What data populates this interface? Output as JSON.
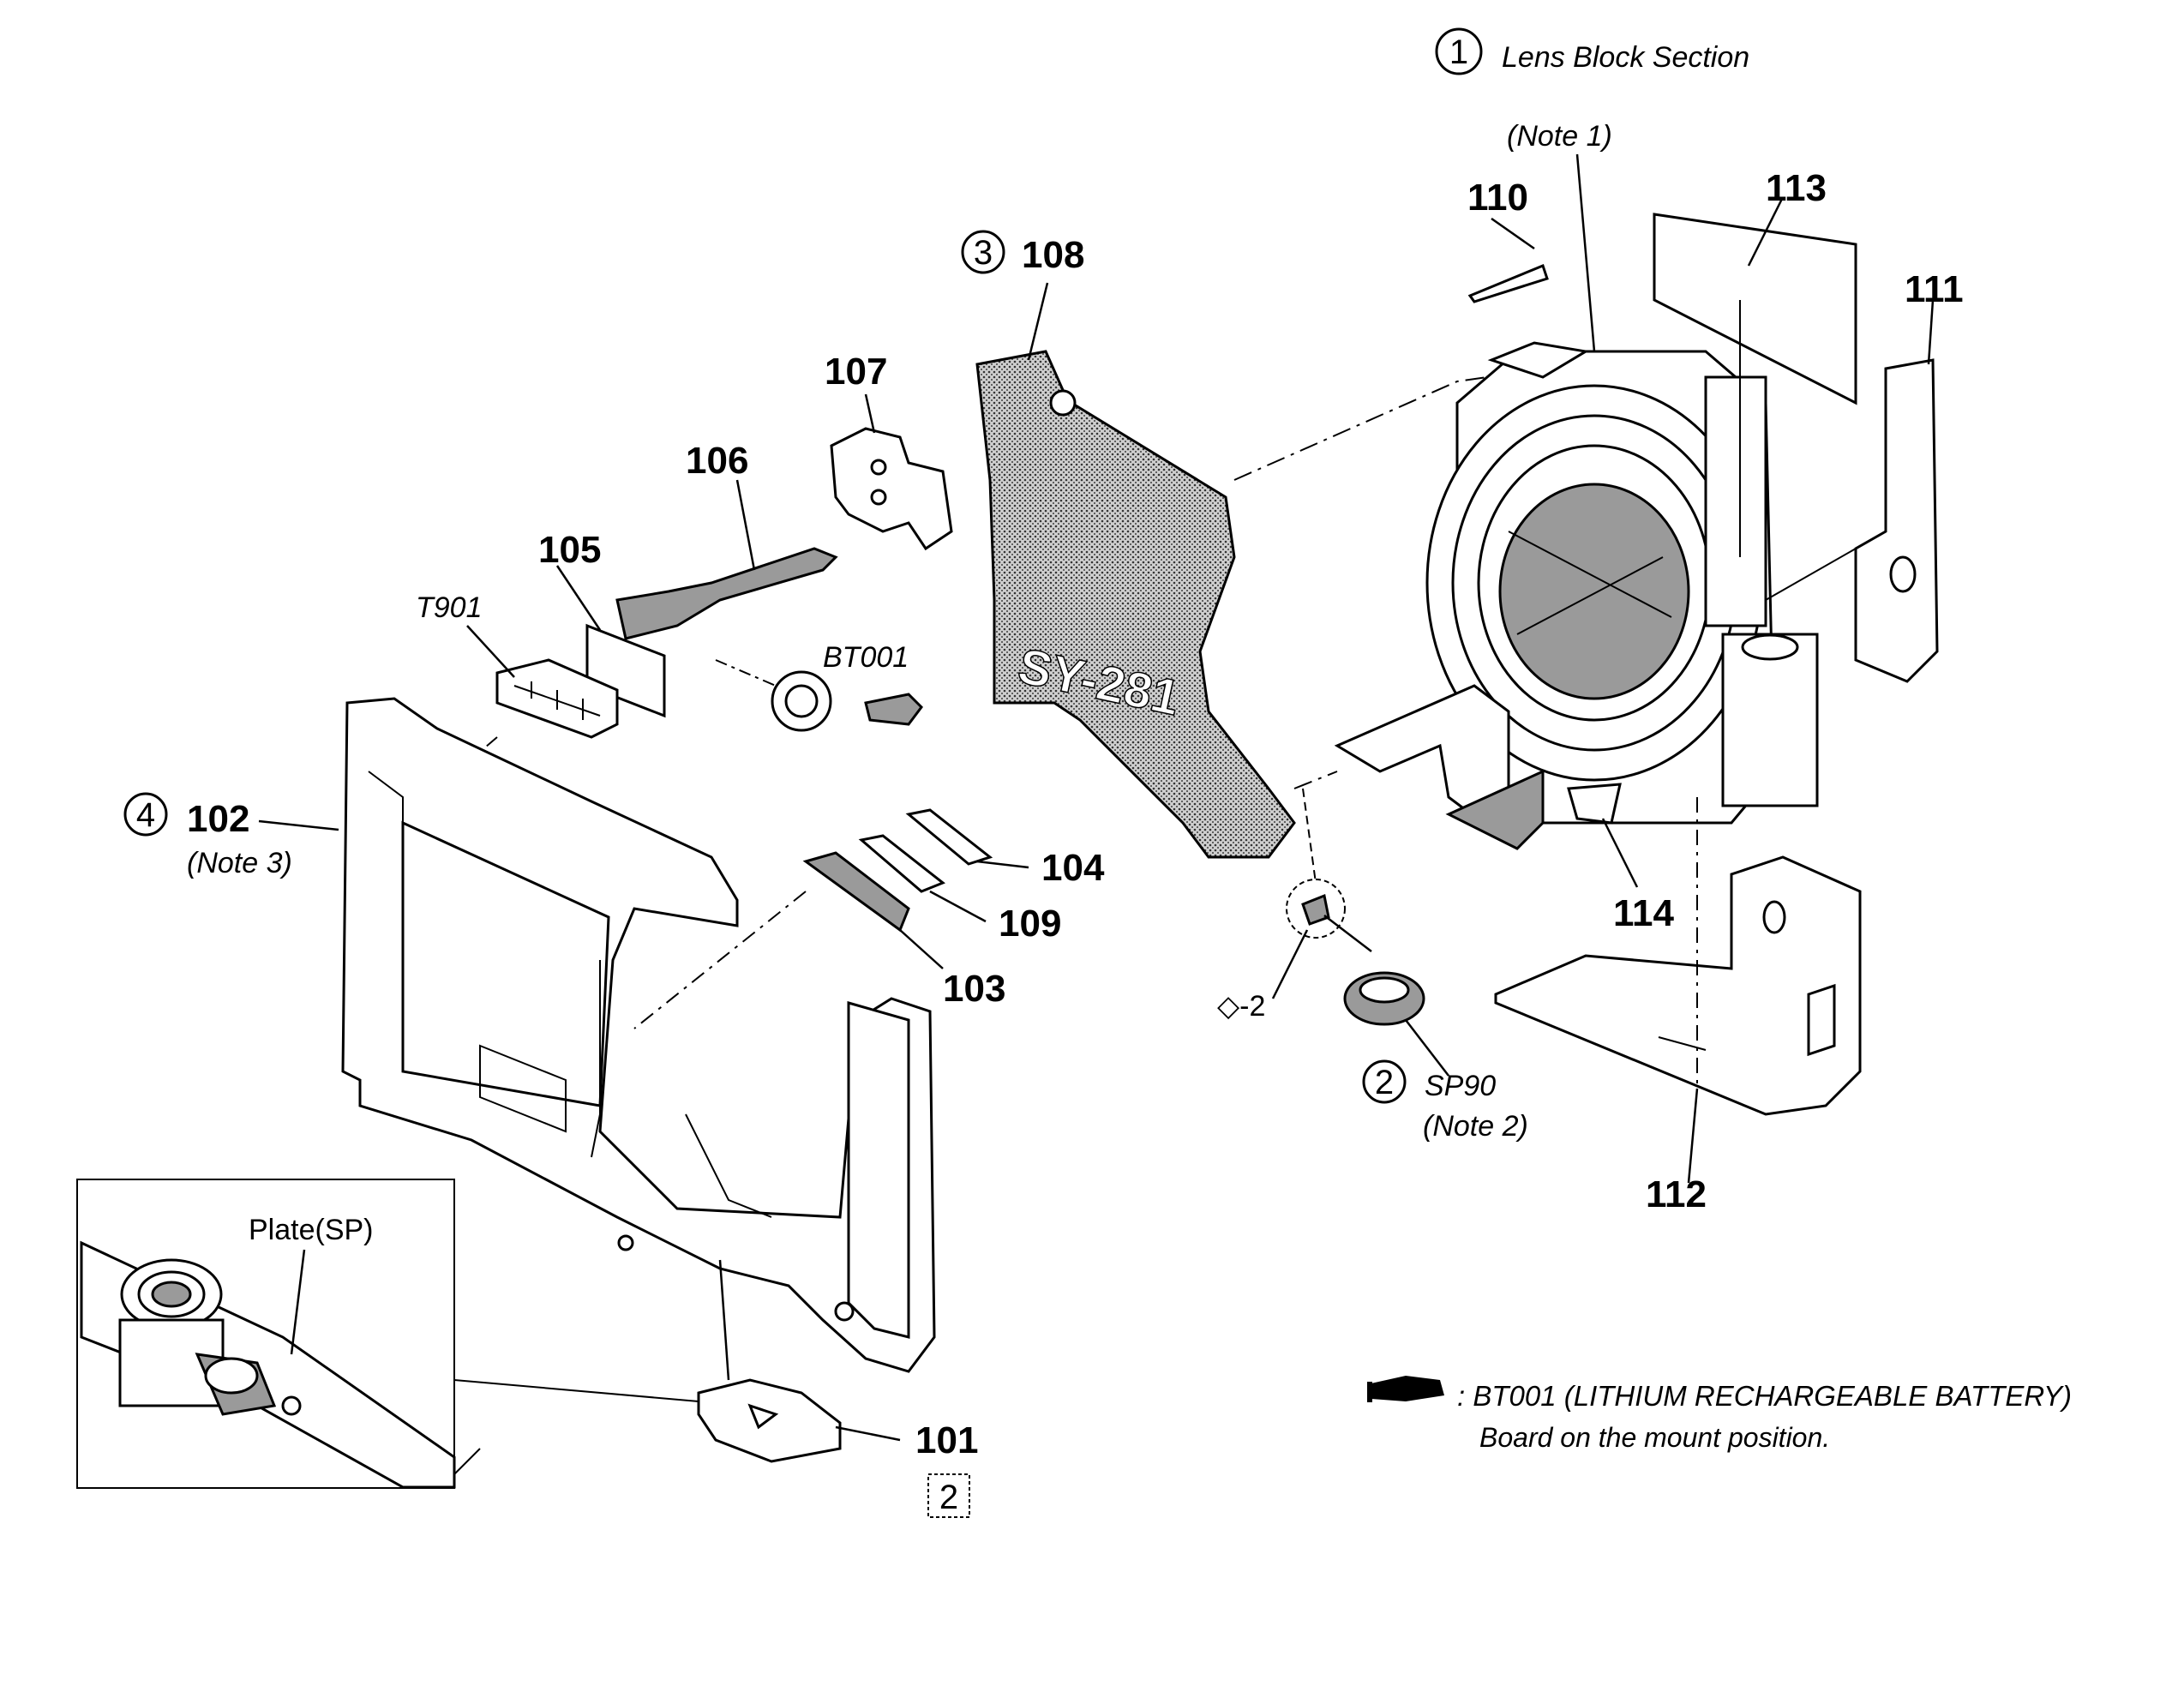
{
  "diagram": {
    "section_1": {
      "number": "1",
      "label": "Lens Block Section"
    },
    "circled_refs": {
      "ref_2": "2",
      "ref_3": "3",
      "ref_4": "4"
    },
    "notes": {
      "note_1": "(Note 1)",
      "note_2": "(Note 2)",
      "note_3": "(Note 3)"
    },
    "parts": {
      "p101": "101",
      "p102": "102",
      "p103": "103",
      "p104": "104",
      "p105": "105",
      "p106": "106",
      "p107": "107",
      "p108": "108",
      "p109": "109",
      "p110": "110",
      "p111": "111",
      "p112": "112",
      "p113": "113",
      "p114": "114"
    },
    "refs": {
      "t901": "T901",
      "bt001": "BT001",
      "sp90": "SP90",
      "screw_ref": "◇-2",
      "board_label": "SY-281"
    },
    "inset": {
      "label": "Plate(SP)",
      "sheet_ref": "2"
    },
    "legend": {
      "line1": ": BT001 (LITHIUM RECHARGEABLE BATTERY)",
      "line2": "Board on the mount position."
    }
  }
}
